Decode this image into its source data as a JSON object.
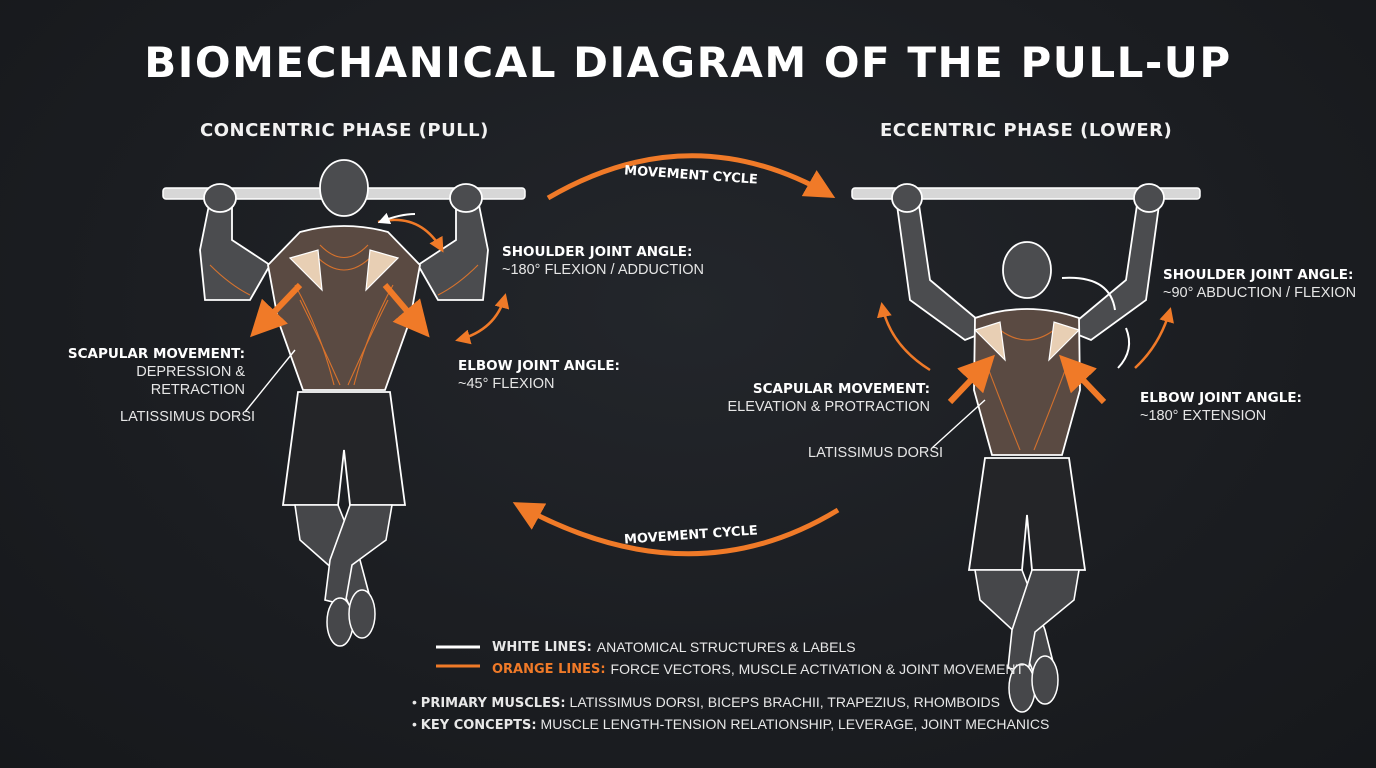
{
  "title": "BIOMECHANICAL DIAGRAM OF THE PULL-UP",
  "colors": {
    "background": "#1c1e22",
    "body": "#4a4b4e",
    "outline": "#ffffff",
    "accent": "#f07a28"
  },
  "left_phase": {
    "heading": "CONCENTRIC PHASE (PULL)",
    "shoulder": {
      "title": "SHOULDER JOINT ANGLE:",
      "value": "~180° FLEXION / ADDUCTION"
    },
    "elbow": {
      "title": "ELBOW JOINT ANGLE:",
      "value": "~45° FLEXION"
    },
    "scapula": {
      "title": "SCAPULAR MOVEMENT:",
      "value": "DEPRESSION & RETRACTION"
    },
    "lat": "LATISSIMUS DORSI"
  },
  "right_phase": {
    "heading": "ECCENTRIC PHASE (LOWER)",
    "shoulder": {
      "title": "SHOULDER JOINT ANGLE:",
      "value": "~90° ABDUCTION / FLEXION"
    },
    "elbow": {
      "title": "ELBOW JOINT ANGLE:",
      "value": "~180° EXTENSION"
    },
    "scapula": {
      "title": "SCAPULAR MOVEMENT:",
      "value": "ELEVATION & PROTRACTION"
    },
    "lat": "LATISSIMUS DORSI"
  },
  "cycle_top": "MOVEMENT CYCLE",
  "cycle_bottom": "MOVEMENT CYCLE",
  "legend": {
    "white_key": "WHITE LINES:",
    "white_text": "ANATOMICAL STRUCTURES & LABELS",
    "orange_key": "ORANGE LINES:",
    "orange_text": "FORCE VECTORS, MUSCLE ACTIVATION & JOINT MOVEMENT"
  },
  "notes": {
    "bullet": "•",
    "muscles_key": "PRIMARY MUSCLES:",
    "muscles_text": "LATISSIMUS DORSI, BICEPS BRACHII, TRAPEZIUS, RHOMBOIDS",
    "concepts_key": "KEY CONCEPTS:",
    "concepts_text": "MUSCLE LENGTH-TENSION RELATIONSHIP, LEVERAGE, JOINT MECHANICS"
  }
}
